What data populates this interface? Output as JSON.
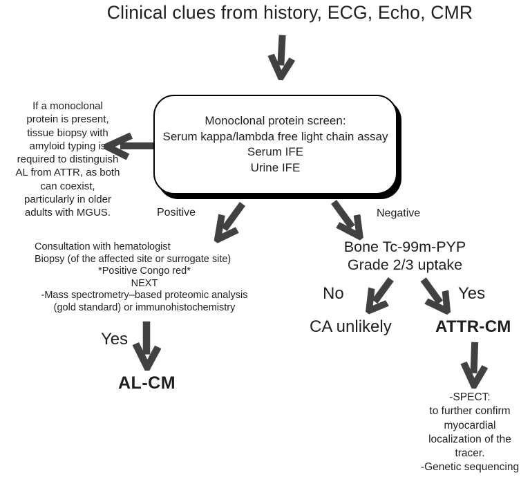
{
  "title": "Clinical clues from history, ECG, Echo, CMR",
  "side_note": "If a monoclonal\nprotein is present,\ntissue biopsy with\namyloid typing is\nrequired to distinguish\nAL from ATTR, as both\ncan coexist,\nparticularly in older\nadults with MGUS.",
  "screen_box": "Monoclonal protein screen:\nSerum kappa/lambda free light chain assay\nSerum IFE\nUrine IFE",
  "labels": {
    "positive": "Positive",
    "negative": "Negative",
    "yes_left": "Yes",
    "no": "No",
    "yes_right": "Yes"
  },
  "positive_branch": {
    "workup_lines": "Consultation with hematologist\nBiopsy (of the affected site or surrogate site)",
    "workup_centered": "*Positive Congo red*\nNEXT\n-Mass spectrometry–based proteomic analysis\n(gold standard) or immunohistochemistry",
    "diagnosis": "AL-CM"
  },
  "negative_branch": {
    "test": "Bone Tc-99m-PYP\nGrade 2/3 uptake",
    "no_result": "CA unlikely",
    "diagnosis": "ATTR-CM",
    "followup": "-SPECT:\nto further confirm\nmyocardial\nlocalization of the\ntracer.\n-Genetic sequencing"
  },
  "colors": {
    "arrow": "#414141",
    "text": "#1e1e1e",
    "box_border": "#000000",
    "background": "#ffffff"
  }
}
